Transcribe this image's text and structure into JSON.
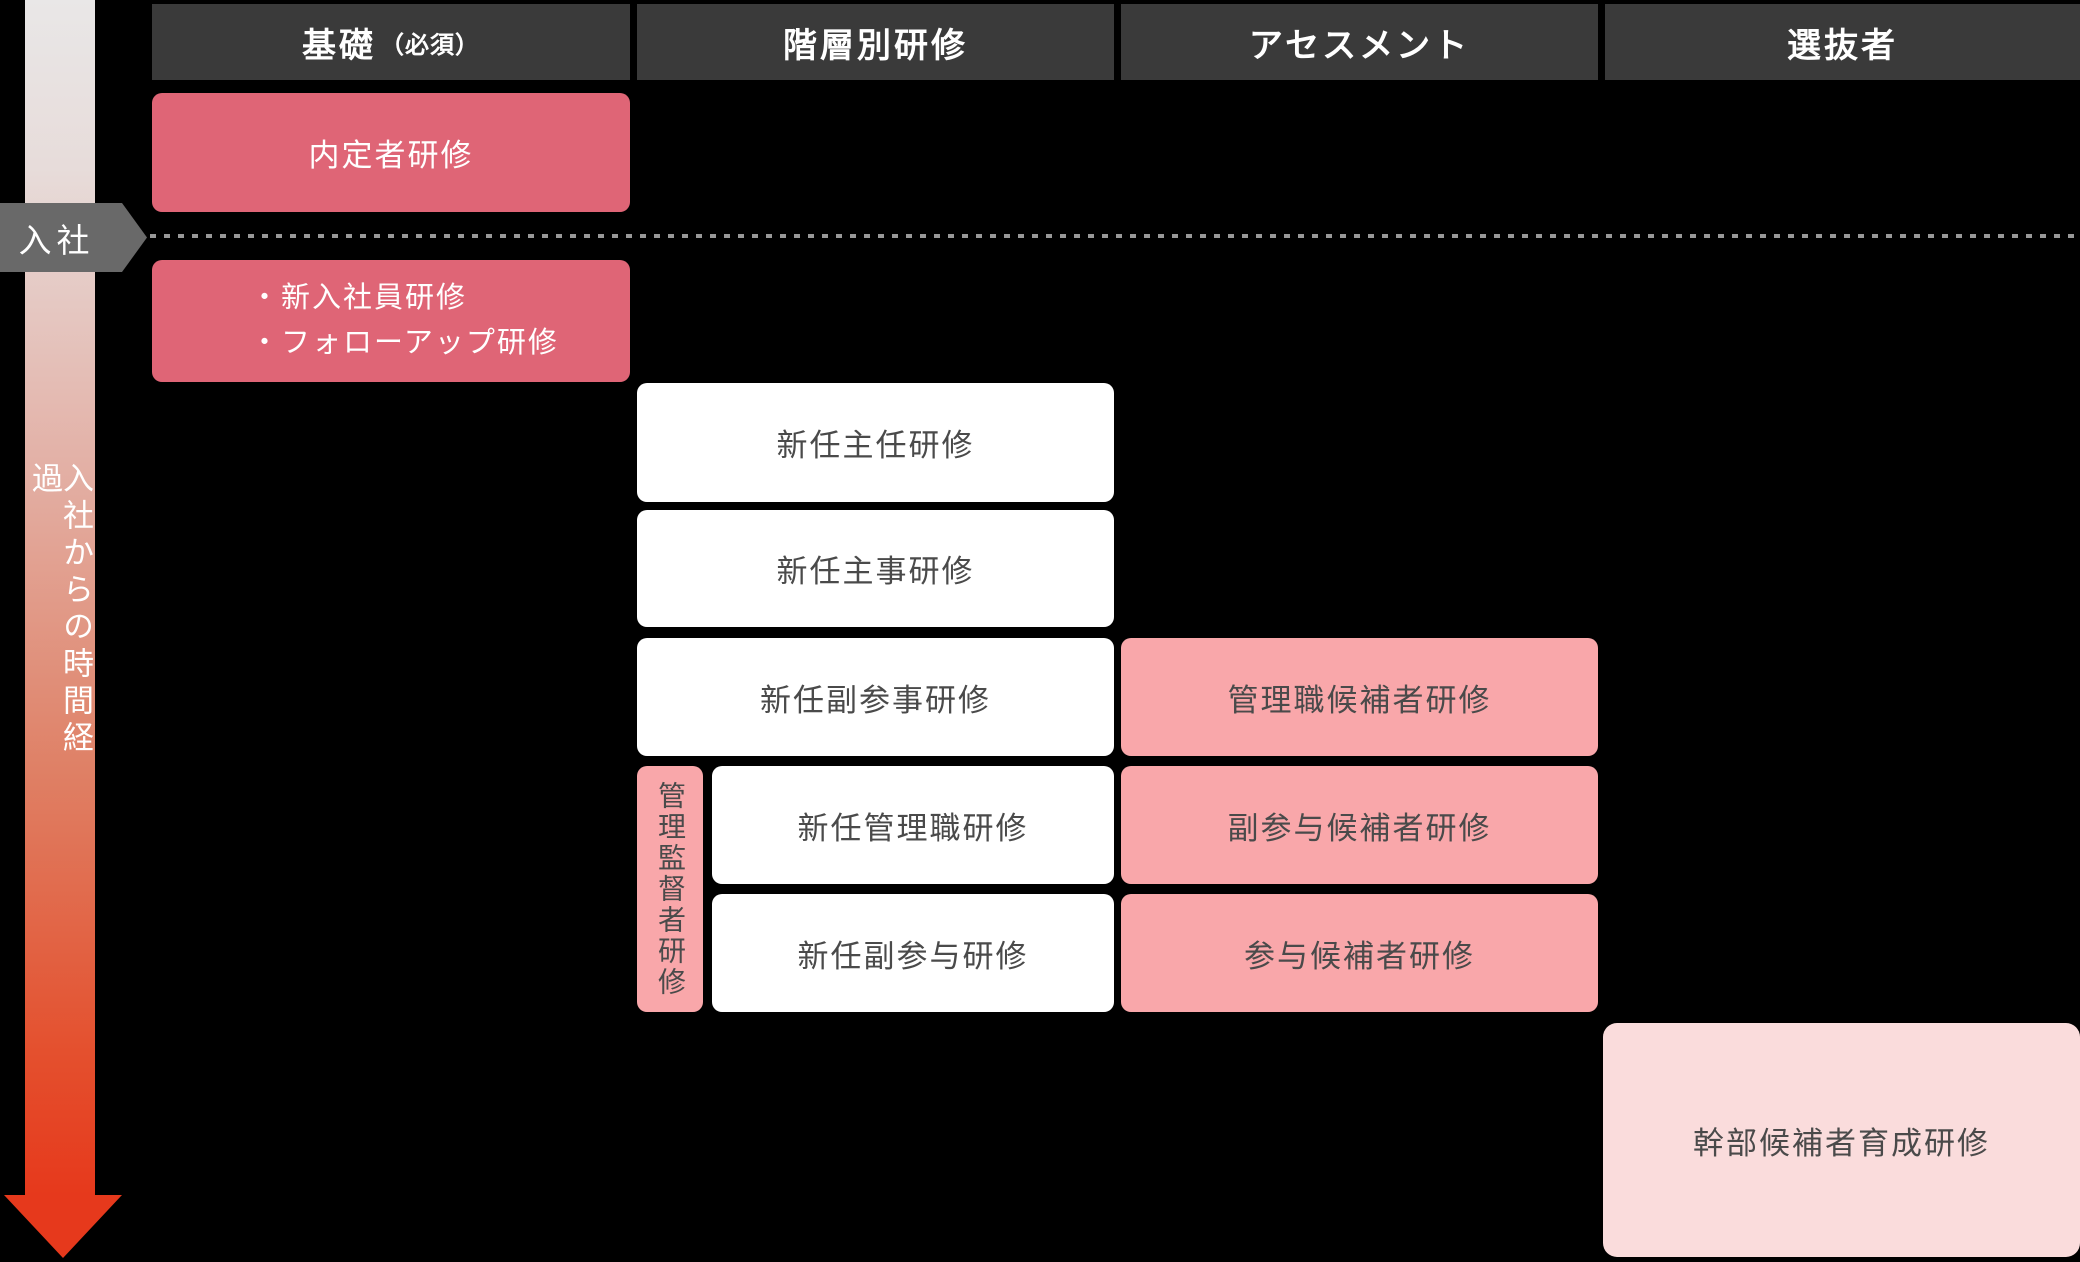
{
  "colors": {
    "background": "#000000",
    "header_bg": "#3a3a3a",
    "rose": "#df6576",
    "pink": "#f9a7aa",
    "light_pink": "#fadcdc",
    "white_box": "#ffffff",
    "box_text": "#4a4a4a",
    "entry_arrow_gray": "#696969",
    "timeline_red": "#e6391c"
  },
  "headers": [
    {
      "label": "基礎",
      "sub": "（必須）"
    },
    {
      "label": "階層別研修",
      "sub": ""
    },
    {
      "label": "アセスメント",
      "sub": ""
    },
    {
      "label": "選抜者",
      "sub": ""
    }
  ],
  "timeline": {
    "axis_label": "入社からの時間経過",
    "entry_label": "入社"
  },
  "boxes": {
    "naiteisha": "内定者研修",
    "newcomer_lines": [
      "・新入社員研修",
      "・フォローアップ研修"
    ],
    "shunin": "新任主任研修",
    "shuji": "新任主事研修",
    "fukusanji": "新任副参事研修",
    "kanrishoku_kouho": "管理職候補者研修",
    "kanri_kantoku_strip": "管理監督者研修",
    "kanrishoku": "新任管理職研修",
    "fukusanyo_kouho": "副参与候補者研修",
    "fukusanyo": "新任副参与研修",
    "sanyo_kouho": "参与候補者研修",
    "kanbu": "幹部候補者育成研修"
  }
}
